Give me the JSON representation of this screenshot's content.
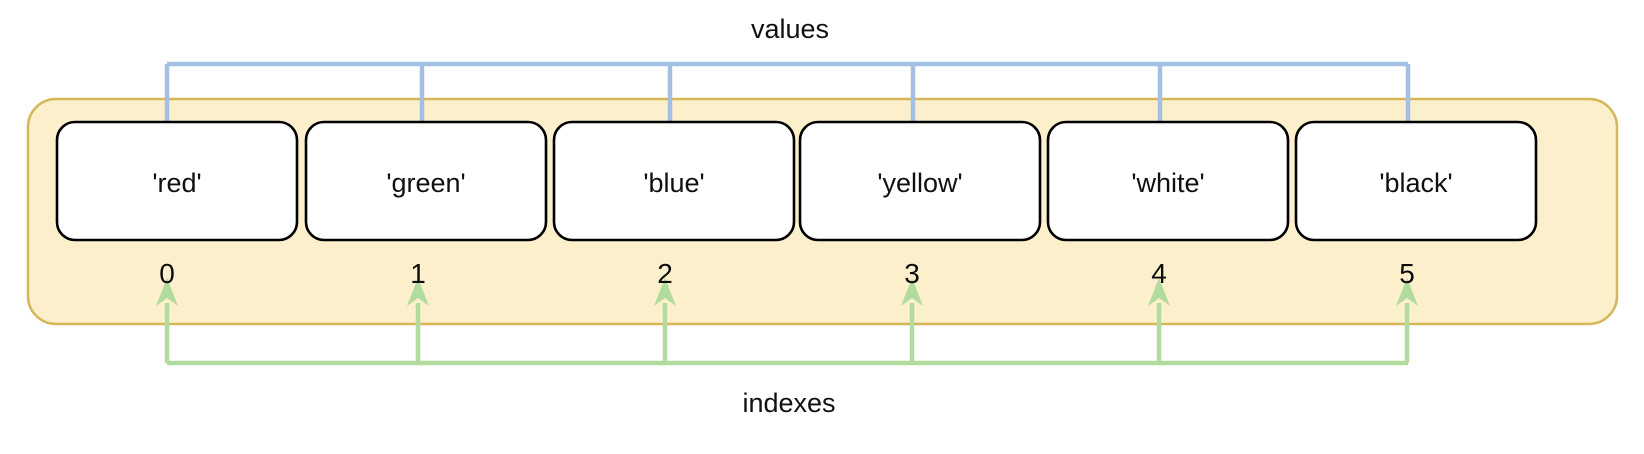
{
  "diagram": {
    "title_top": "values",
    "title_bottom": "indexes",
    "container": {
      "name": "array-container",
      "fill": "#FCEFCB",
      "stroke": "#D6B656"
    },
    "arrow_colors": {
      "values": "#A3BFE3",
      "indexes": "#B1DC9E"
    },
    "cells": [
      {
        "value": "'red'",
        "index": "0"
      },
      {
        "value": "'green'",
        "index": "1"
      },
      {
        "value": "'blue'",
        "index": "2"
      },
      {
        "value": "'yellow'",
        "index": "3"
      },
      {
        "value": "'white'",
        "index": "4"
      },
      {
        "value": "'black'",
        "index": "5"
      }
    ]
  }
}
